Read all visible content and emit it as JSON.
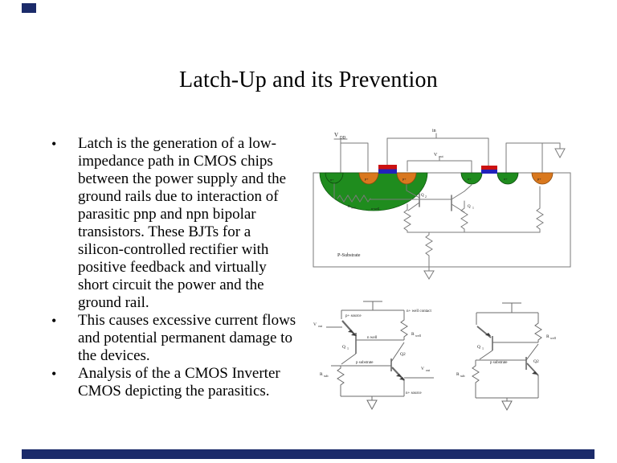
{
  "chrome": {
    "corner_color": "#1b2b6a",
    "bottom_bar_color": "#1b2b6a"
  },
  "title": "Latch-Up and its Prevention",
  "bullets": [
    {
      "lines": [
        "Latch is the generation of a low-",
        "impedance path in CMOS chips",
        "between the power supply and the",
        "ground rails due to interaction of",
        "parasitic pnp and npn bipolar",
        "transistors. These BJTs for a",
        "silicon-controlled rectifier with",
        "positive feedback and virtually",
        "short circuit the power and the",
        "ground rail."
      ]
    },
    {
      "lines": [
        "This causes excessive current flows",
        "and potential permanent damage to",
        "the devices."
      ]
    },
    {
      "lines": [
        "Analysis of the a CMOS Inverter",
        "CMOS depicting the parasitics."
      ]
    }
  ],
  "cross_section": {
    "vdd_v": "V",
    "vdd_sub": "DD",
    "in_label": "in",
    "vout_v": "V",
    "vout_sub": "out",
    "region_n1": "n+",
    "region_p2": "p+",
    "region_p3": "p+",
    "region_n4": "n+",
    "region_n5": "n+",
    "region_p6": "p+",
    "rwell_r": "R",
    "rwell_sub": "well",
    "nwell": "n-well",
    "q2_q": "Q",
    "q2_sub": "2",
    "q1_q": "Q",
    "q1_sub": "1",
    "substrate": "P-Substrate",
    "colors": {
      "well_green": "#1f8c1e",
      "region_orange": "#d9781e",
      "gate_red": "#cc1111",
      "gate_blue": "#2222bb",
      "wire_gray": "#7a7a7a"
    }
  },
  "circuit_left": {
    "p_source": "p+ source",
    "n_well_contact": "n+ well contact",
    "vin_v": "V",
    "vin_sub": "out",
    "q1_q": "Q",
    "q1_sub": "1",
    "n_well_node": "n well",
    "rwell_r": "R",
    "rwell_sub": "well",
    "p_substrate": "p substrate",
    "q2": "Q2",
    "rsub_r": "R",
    "rsub_sub": "sub",
    "vout_v": "V",
    "vout_sub": "out",
    "n_source": "n+ source"
  },
  "circuit_right": {
    "q1_q": "Q",
    "q1_sub": "1",
    "rwell_r": "R",
    "rwell_sub": "well",
    "p_substrate": "p substrate",
    "q2": "Q2",
    "rsub_r": "R",
    "rsub_sub": "sub"
  }
}
